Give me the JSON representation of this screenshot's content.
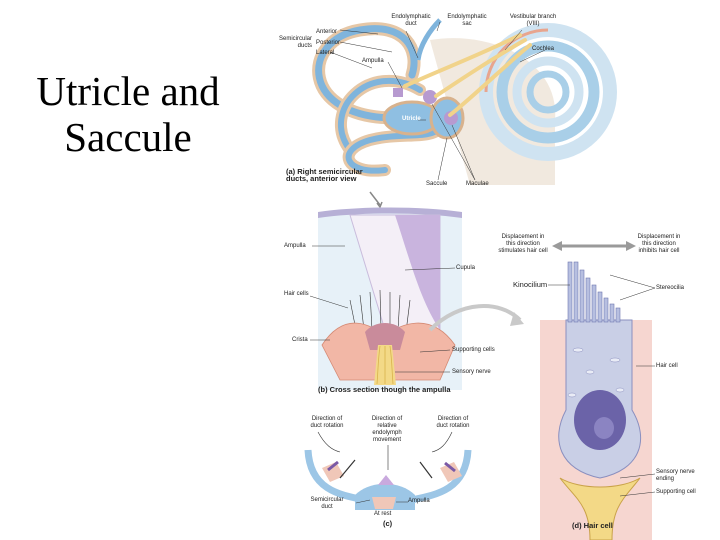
{
  "slide": {
    "title": "Utricle and Saccule"
  },
  "panel_a": {
    "labels": {
      "anterior": "Anterior",
      "posterior": "Posterior",
      "semicircular_ducts": "Semicircular\nducts",
      "lateral": "Lateral",
      "endolymphatic_duct": "Endolymphatic\nduct",
      "endolymphatic_sac": "Endolymphatic\nsac",
      "vestibular_branch": "Vestibular branch\n(VIII)",
      "cochlea": "Cochlea",
      "ampulla": "Ampulla",
      "utricle": "Utricle",
      "saccule": "Saccule",
      "maculae": "Maculae"
    },
    "caption": "(a) Right semicircular\nducts, anterior view"
  },
  "panel_b": {
    "labels": {
      "ampulla": "Ampulla",
      "cupula": "Cupula",
      "hair_cells": "Hair cells",
      "crista": "Crista",
      "supporting_cells": "Supporting cells",
      "sensory_nerve": "Sensory nerve"
    },
    "caption": "(b) Cross section though the ampulla"
  },
  "panel_c": {
    "labels": {
      "duct_rotation_left": "Direction of\nduct rotation",
      "endolymph_movement": "Direction of\nrelative\nendolymph\nmovement",
      "duct_rotation_right": "Direction of\nduct rotation",
      "semicircular_duct": "Semicircular\nduct",
      "ampulla": "Ampulla",
      "at_rest": "At rest"
    },
    "caption": "(c)"
  },
  "panel_d": {
    "labels": {
      "stimulates": "Displacement in\nthis direction\nstimulates hair cell",
      "inhibits": "Displacement in\nthis direction\ninhibits hair cell",
      "kinocilium": "Kinocilium",
      "stereocilia": "Stereocilia",
      "hair_cell": "Hair cell",
      "sensory_nerve_ending": "Sensory nerve\nending",
      "supporting_cell": "Supporting cell"
    },
    "caption": "(d) Hair cell"
  }
}
